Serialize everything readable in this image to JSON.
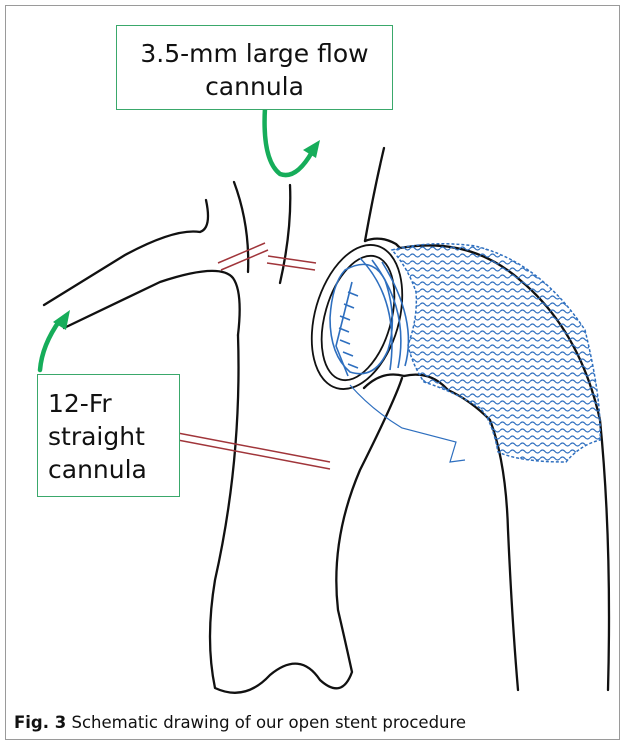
{
  "labels": {
    "top": [
      "3.5-mm large flow",
      "cannula"
    ],
    "left": [
      "12-Fr",
      "straight",
      "cannula"
    ]
  },
  "caption": {
    "fig": "Fig. 3",
    "text": " Schematic drawing of our open stent procedure"
  },
  "colors": {
    "outline": "#111111",
    "stent": "#2e6fbf",
    "clamp": "#a0353a",
    "arrow": "#16ad5a",
    "box_border": "#3aa86b"
  }
}
